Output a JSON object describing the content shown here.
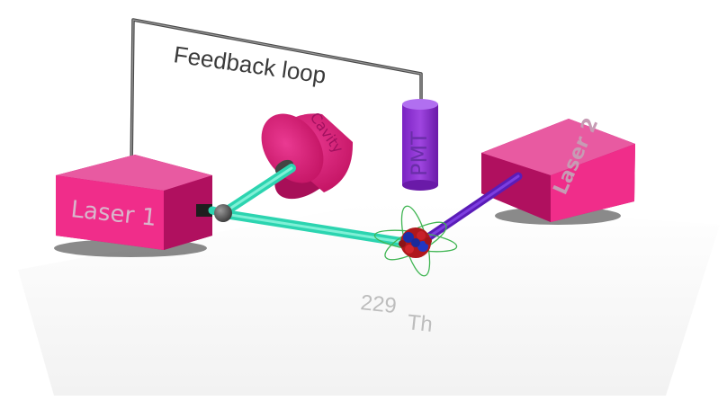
{
  "diagram": {
    "feedback_label": "Feedback loop",
    "laser1_label": "Laser 1",
    "laser2_label": "Laser 2",
    "cavity_label": "Cavity",
    "pmt_label": "PMT",
    "isotope_mass": "229",
    "isotope_symbol": "Th"
  },
  "colors": {
    "laser_body": "#e0167f",
    "laser_top": "#ea4a9a",
    "laser_side": "#b5126a",
    "cavity": "#d0146e",
    "pmt": "#8a2fcf",
    "beam_teal": "#2cd4b0",
    "beam_violet": "#5a1cb8",
    "wire": "#4a4a4a",
    "orbit": "#3fb552"
  }
}
